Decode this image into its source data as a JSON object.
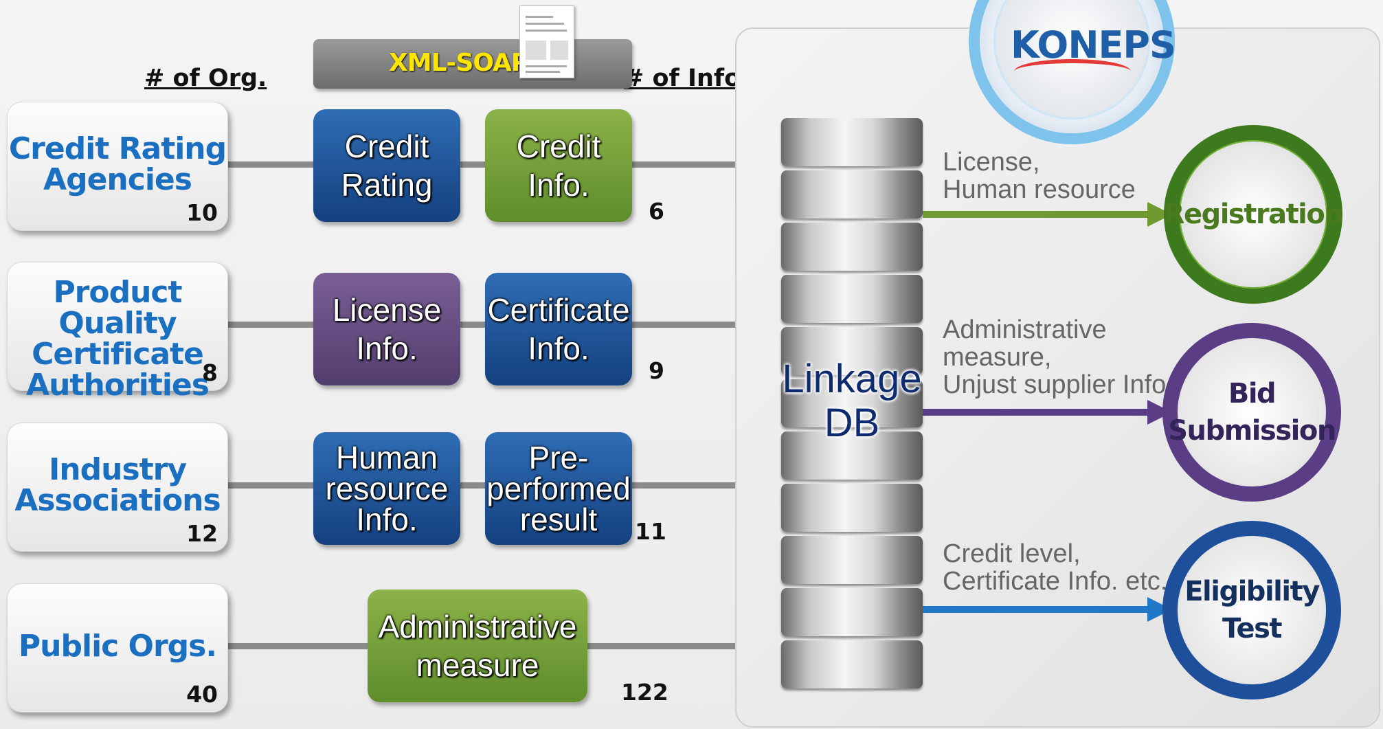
{
  "headers": {
    "orgs": "# of Org.",
    "info": "# of Info."
  },
  "protocol": {
    "label": "XML-SOAP"
  },
  "organizations": [
    {
      "name": "Credit Rating\nAgencies",
      "count": "10"
    },
    {
      "name": "Product Quality\nCertificate\nAuthorities",
      "count": "8"
    },
    {
      "name": "Industry\nAssociations",
      "count": "12"
    },
    {
      "name": "Public Orgs.",
      "count": "40"
    }
  ],
  "info_items": [
    {
      "label": "Credit\nRating",
      "color": "#1c4f94"
    },
    {
      "label": "Credit\nInfo.",
      "color": "#6f9e36"
    },
    {
      "label": "License\nInfo.",
      "color": "#614b80"
    },
    {
      "label": "Certificate\nInfo.",
      "color": "#1c4f94"
    },
    {
      "label": "Human\nresource\nInfo.",
      "color": "#1c4f94"
    },
    {
      "label": "Pre-\nperformed\nresult",
      "color": "#1c4f94"
    },
    {
      "label": "Administrative\nmeasure",
      "color": "#6f9e36"
    }
  ],
  "info_counts": [
    "6",
    "9",
    "11",
    "122"
  ],
  "system": {
    "logo": "KONEPS"
  },
  "database": {
    "label": "Linkage\nDB"
  },
  "outputs": [
    {
      "description": "License,\nHuman resource",
      "target": "Registration",
      "color": "#6f9a2f"
    },
    {
      "description": "Administrative\nmeasure,\nUnjust supplier Info",
      "target": "Bid\nSubmission",
      "color": "#5b3d86"
    },
    {
      "description": "Credit level,\nCertificate Info. etc.",
      "target": "Eligibility\nTest",
      "color": "#1f78c8"
    }
  ]
}
